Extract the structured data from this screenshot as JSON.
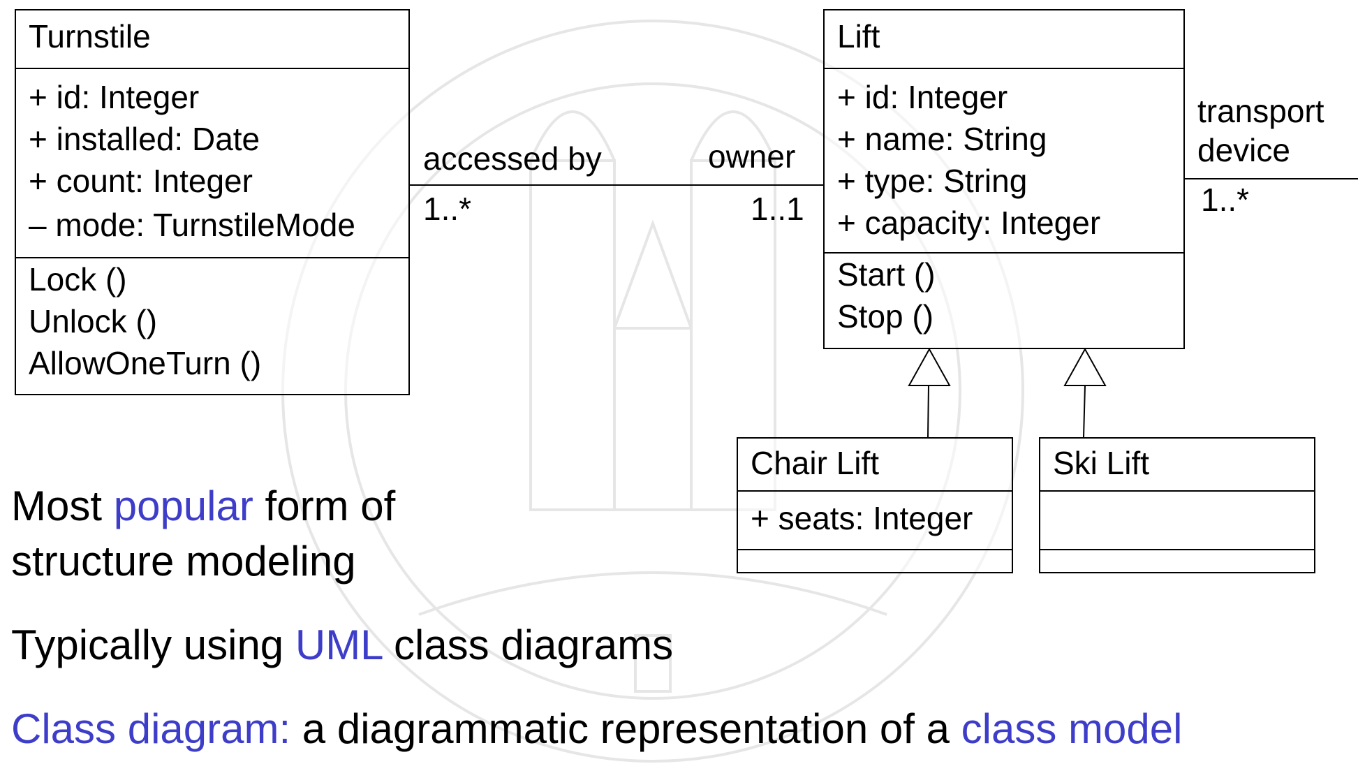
{
  "classes": {
    "turnstile": {
      "name": "Turnstile",
      "attributes": [
        "+ id: Integer",
        "+ installed: Date",
        "+ count: Integer",
        "– mode: TurnstileMode"
      ],
      "operations": [
        "Lock ()",
        "Unlock ()",
        "AllowOneTurn ()"
      ]
    },
    "lift": {
      "name": "Lift",
      "attributes": [
        "+ id: Integer",
        "+ name: String",
        "+ type: String",
        "+ capacity: Integer"
      ],
      "operations": [
        "Start ()",
        "Stop ()"
      ]
    },
    "chair_lift": {
      "name": "Chair Lift",
      "attributes": [
        "+ seats: Integer"
      ]
    },
    "ski_lift": {
      "name": "Ski Lift"
    }
  },
  "associations": {
    "turnstile_lift": {
      "role_left": "accessed by",
      "mult_left": "1..*",
      "role_right": "owner",
      "mult_right": "1..1"
    },
    "lift_transport": {
      "role_line1": "transport",
      "role_line2": "device",
      "mult": "1..*"
    }
  },
  "text": {
    "b1_pre": "Most ",
    "b1_hl": "popular",
    "b1_post": " form of",
    "b1_line2": "structure modeling",
    "b2_pre": "Typically using ",
    "b2_hl": "UML",
    "b2_post": " class diagrams",
    "b3_hl1": "Class diagram:",
    "b3_mid": " a diagrammatic representation of a ",
    "b3_hl2": "class model"
  },
  "colors": {
    "highlight": "#3d3dc9",
    "line": "#000000",
    "watermark": "#e6e6e6"
  }
}
